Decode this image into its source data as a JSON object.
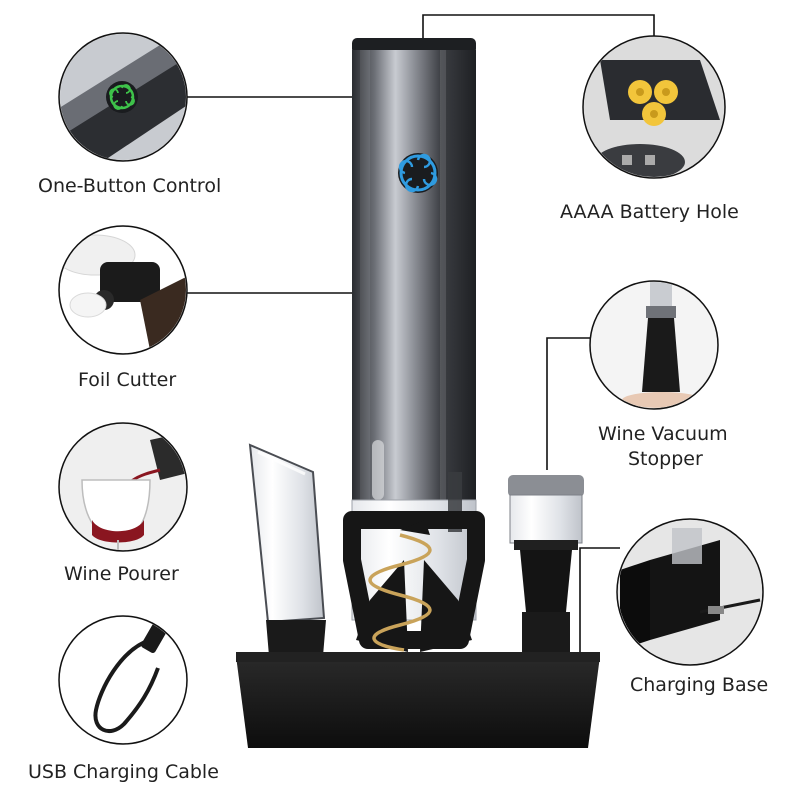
{
  "features": {
    "one_button_control": "One-Button Control",
    "foil_cutter": "Foil Cutter",
    "wine_pourer": "Wine Pourer",
    "usb_cable": "USB Charging Cable",
    "battery_hole": "AAAA Battery Hole",
    "vacuum_stopper_line1": "Wine Vacuum",
    "vacuum_stopper_line2": "Stopper",
    "charging_base": "Charging Base"
  },
  "colors": {
    "button_ring": "#2f9be0",
    "button_ring_inset": "#3ec24a",
    "battery": "#f2c53b",
    "wine": "#8a1620",
    "steel_dark": "#2b2d31",
    "steel_light": "#b9bcc2",
    "base_black": "#151515"
  }
}
